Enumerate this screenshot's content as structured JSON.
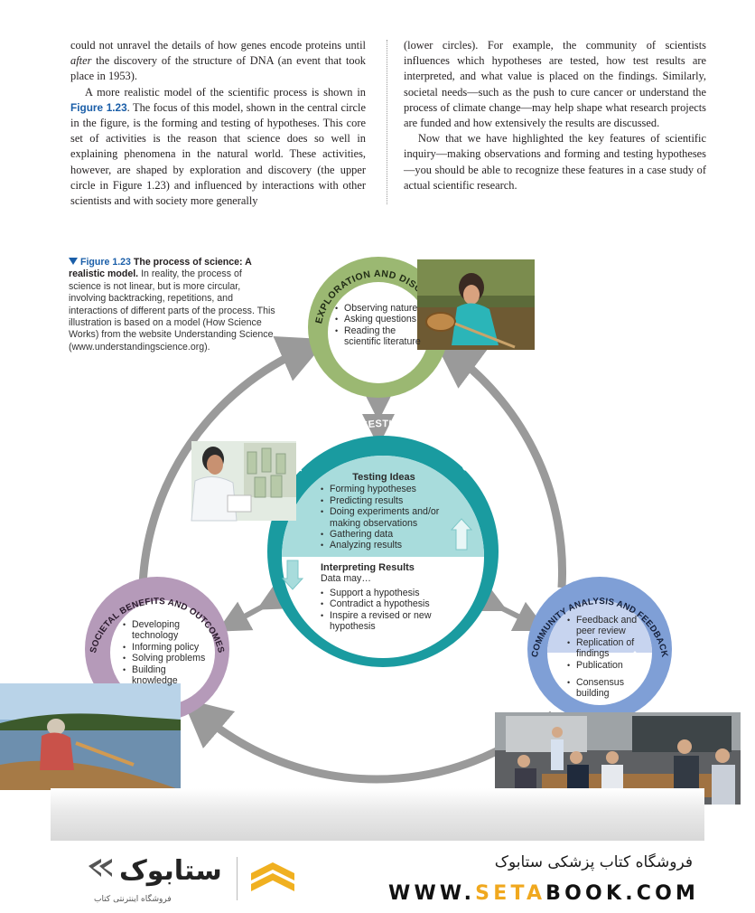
{
  "body_text": {
    "left": {
      "p1_a": "could not unravel the details of how genes encode proteins until ",
      "p1_em": "after",
      "p1_b": " the discovery of the structure of DNA (an event that took place in 1953).",
      "p2_a": "A more realistic model of the scientific process is shown in ",
      "p2_ref": "Figure 1.23",
      "p2_b": ". The focus of this model, shown in the central circle in the figure, is the forming and testing of hypotheses. This core set of activities is the reason that science does so well in explaining phenomena in the natural world. These activities, however, are shaped by exploration and discovery (the upper circle in Figure 1.23) and influenced by interactions with other scientists and with society more generally"
    },
    "right": {
      "p1": "(lower circles). For example, the community of scientists influences which hypotheses are tested, how test results are interpreted, and what value is placed on the findings. Similarly, societal needs—such as the push to cure cancer or understand the process of climate change—may help shape what research projects are funded and how extensively the results are discussed.",
      "p2": "Now that we have highlighted the key features of scientific inquiry—making observations and forming and testing hypotheses—you should be able to recognize these features in a case study of actual scientific research."
    }
  },
  "caption": {
    "number": "Figure 1.23",
    "title": "The process of science: A realistic model.",
    "text": "In reality, the process of science is not linear, but is more circular, involving backtracking, repetitions, and interactions of different parts of the process. This illustration is based on a model (How Science Works) from the website Understanding Science (www.understandingscience.org)."
  },
  "diagram": {
    "top_circle": {
      "title": "EXPLORATION AND DISCOVERY",
      "items": [
        "Observing nature",
        "Asking questions",
        "Reading the scientific literature"
      ]
    },
    "center_circle": {
      "title": "FORMING AND TESTING HYPOTHESES",
      "upper_heading": "Testing Ideas",
      "upper_items": [
        "Forming hypotheses",
        "Predicting results",
        "Doing experiments and/or making observations",
        "Gathering data",
        "Analyzing results"
      ],
      "lower_heading": "Interpreting Results",
      "lower_sub": "Data may…",
      "lower_items": [
        "Support a hypothesis",
        "Contradict a hypothesis",
        "Inspire a revised or new hypothesis"
      ]
    },
    "left_circle": {
      "title": "SOCIETAL BENEFITS AND OUTCOMES",
      "items": [
        "Developing technology",
        "Informing policy",
        "Solving problems",
        "Building knowledge"
      ]
    },
    "right_circle": {
      "title": "COMMUNITY ANALYSIS AND FEEDBACK",
      "items_upper": [
        "Feedback and peer review",
        "Replication of findings",
        "Publication"
      ],
      "items_lower": [
        "Consensus building"
      ]
    },
    "colors": {
      "top": "#9bb872",
      "center": "#1a9ba0",
      "left": "#b59ab9",
      "right": "#7f9fd6",
      "ring_arrow": "#9a9a9a"
    }
  },
  "footer": {
    "persian_line": "فروشگاه کتاب پزشکی ستابوک",
    "url_pre": "WWW.",
    "url_hl": "SETA",
    "url_post": "BOOK.COM",
    "logo_word": "ستابوک",
    "logo_sub": "فروشگاه اینترنتی کتاب"
  }
}
